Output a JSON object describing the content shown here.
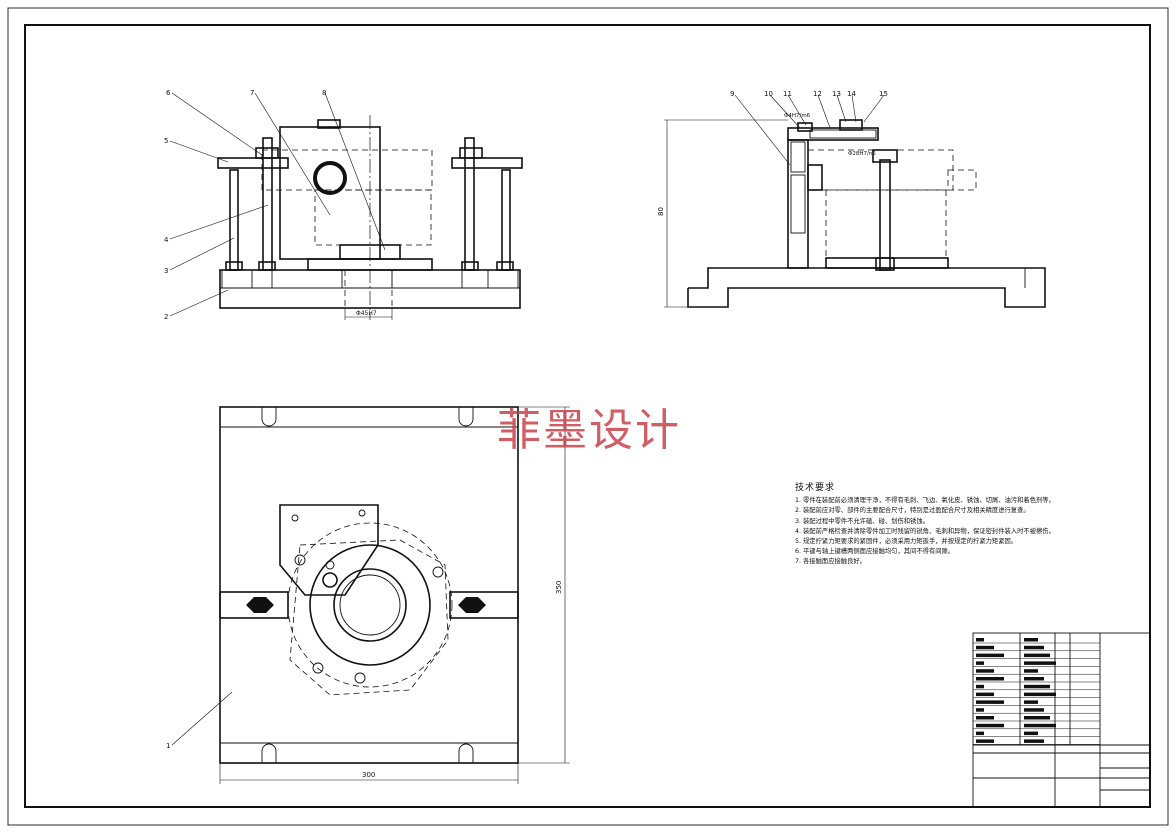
{
  "watermark": "菲墨设计",
  "tech_requirements": {
    "title": "技术要求",
    "items": [
      "1. 零件在装配前必须清理干净，不得有毛刺、飞边、氧化皮、锈蚀、切屑、油污和着色剂等。",
      "2. 装配前应对零、部件的主要配合尺寸，特别是过盈配合尺寸及相关精度进行复查。",
      "3. 装配过程中零件不允许磕、碰、划伤和锈蚀。",
      "4. 装配前严格检查并清除零件加工时残留的锐角、毛刺和异物，保证密封件装入时不被擦伤。",
      "5. 规定拧紧力矩要求的紧固件，必须采用力矩扳手，并按规定的拧紧力矩紧固。",
      "6. 平键与轴上键槽两侧面应接触均匀，其间不得有间隙。",
      "7. 各接触面应接触良好。"
    ]
  },
  "front_view": {
    "balloons": [
      "6",
      "7",
      "8",
      "5",
      "4",
      "3",
      "2"
    ],
    "fit_label": "Φ45H7"
  },
  "side_view": {
    "balloons": [
      "9",
      "10",
      "11",
      "12",
      "13",
      "14",
      "15"
    ],
    "fit_label_top": "Φ4H7/m6",
    "fit_label_mid": "Φ28H7/n6",
    "height_dim": "80"
  },
  "top_view": {
    "balloons": [
      "1"
    ],
    "width_dim": "300",
    "height_dim": "350"
  }
}
